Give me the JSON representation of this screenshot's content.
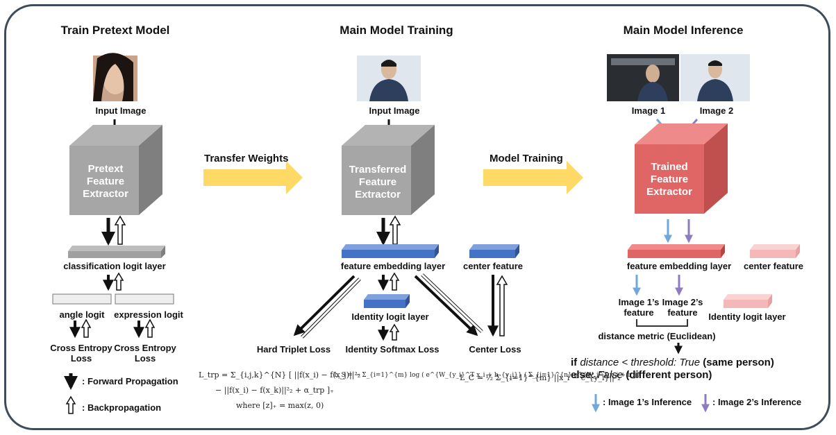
{
  "colors": {
    "border": "#3c4c5c",
    "gray_cube": "#999999",
    "blue_layer": "#4a78c8",
    "red_cube": "#e06666",
    "pink_layer": "#f4b8b8",
    "yellow_arrow": "#ffd966",
    "inference1": "#6fa8dc",
    "inference2": "#8e7cc3"
  },
  "sections": {
    "pretext": {
      "title": "Train Pretext Model",
      "input_label": "Input Image",
      "extractor": "Pretext Feature Extractor",
      "layer": "classification logit layer",
      "angle_logit": "angle logit",
      "expression_logit": "expression logit",
      "loss1": "Cross Entropy Loss",
      "loss2": "Cross Entropy Loss",
      "legend_forward": ": Forward Propagation",
      "legend_back": ": Backpropagation"
    },
    "transfer": {
      "label": "Transfer Weights"
    },
    "training": {
      "title": "Main Model Training",
      "input_label": "Input Image",
      "extractor": "Transferred Feature Extractor",
      "embedding": "feature embedding layer",
      "center": "center  feature",
      "identity": "Identity logit layer",
      "loss_triplet": "Hard Triplet Loss",
      "loss_softmax": "Identity Softmax Loss",
      "loss_center": "Center Loss",
      "eq_triplet_1": "L_trp = Σ_{i,j,k}^{N} [ ||f(x_i) − f(x_j)||²₂",
      "eq_triplet_2": "− ||f(x_i) − f(x_k)||²₂ + α_trp ]₊",
      "eq_triplet_3": "where [z]₊ = max(z, 0)",
      "eq_softmax": "L_S = − Σ_{i=1}^{m} log ( e^{W_{y_i}^T x_i + b_{y_i}} / Σ_{j=1}^{n} e^{W_j^T x_i + b_j} )",
      "eq_center": "L_C = ½ Σ_{i=1}^{m} ||x_i − c_{y_i}||²₂"
    },
    "model_training": {
      "label": "Model Training"
    },
    "inference": {
      "title": "Main Model Inference",
      "image1": "Image 1",
      "image2": "Image 2",
      "extractor": "Trained Feature Extractor",
      "embedding": "feature embedding layer",
      "center": "center  feature",
      "identity": "Identity logit layer",
      "feat1": "Image 1’s feature",
      "feat2": "Image 2’s feature",
      "metric": "distance metric (Euclidean)",
      "cond_if": "if",
      "cond_distance": "distance",
      "cond_lt": "<",
      "cond_threshold": "threshold",
      "cond_true": "True",
      "cond_same": "(same person)",
      "cond_else": "else:",
      "cond_false": "False",
      "cond_diff": "(different person)",
      "legend1": ": Image 1’s Inference",
      "legend2": ": Image 2’s Inference"
    }
  }
}
